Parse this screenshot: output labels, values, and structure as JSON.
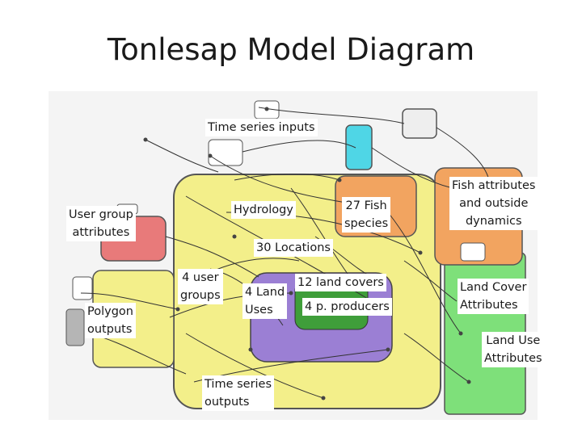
{
  "title": "Tonlesap Model Diagram",
  "labels": {
    "time_series_inputs": "Time series inputs",
    "user_group_attributes": "User group\nattributes",
    "hydrology": "Hydrology",
    "fish_species": "27 Fish\nspecies",
    "fish_attributes": "Fish attributes\nand outside\ndynamics",
    "locations": "30 Locations",
    "user_groups": "4 user\ngroups",
    "land_uses": "4 Land\nUses",
    "land_covers": "12 land covers",
    "producers": "4 p. producers",
    "polygon_outputs": "Polygon\noutputs",
    "land_cover_attributes": "Land Cover\nAttributes",
    "land_use_attributes": "Land Use\nAttributes",
    "time_series_outputs": "Time series\noutputs"
  },
  "colors": {
    "yellow_region": "#f3ef8a",
    "green_region": "#7ee07a",
    "cyan_box": "#4fd6e6",
    "orange_box": "#f2a460",
    "red_box": "#e87a7a",
    "purple_region": "#9b7fd4",
    "gray_box": "#b5b5b5"
  }
}
